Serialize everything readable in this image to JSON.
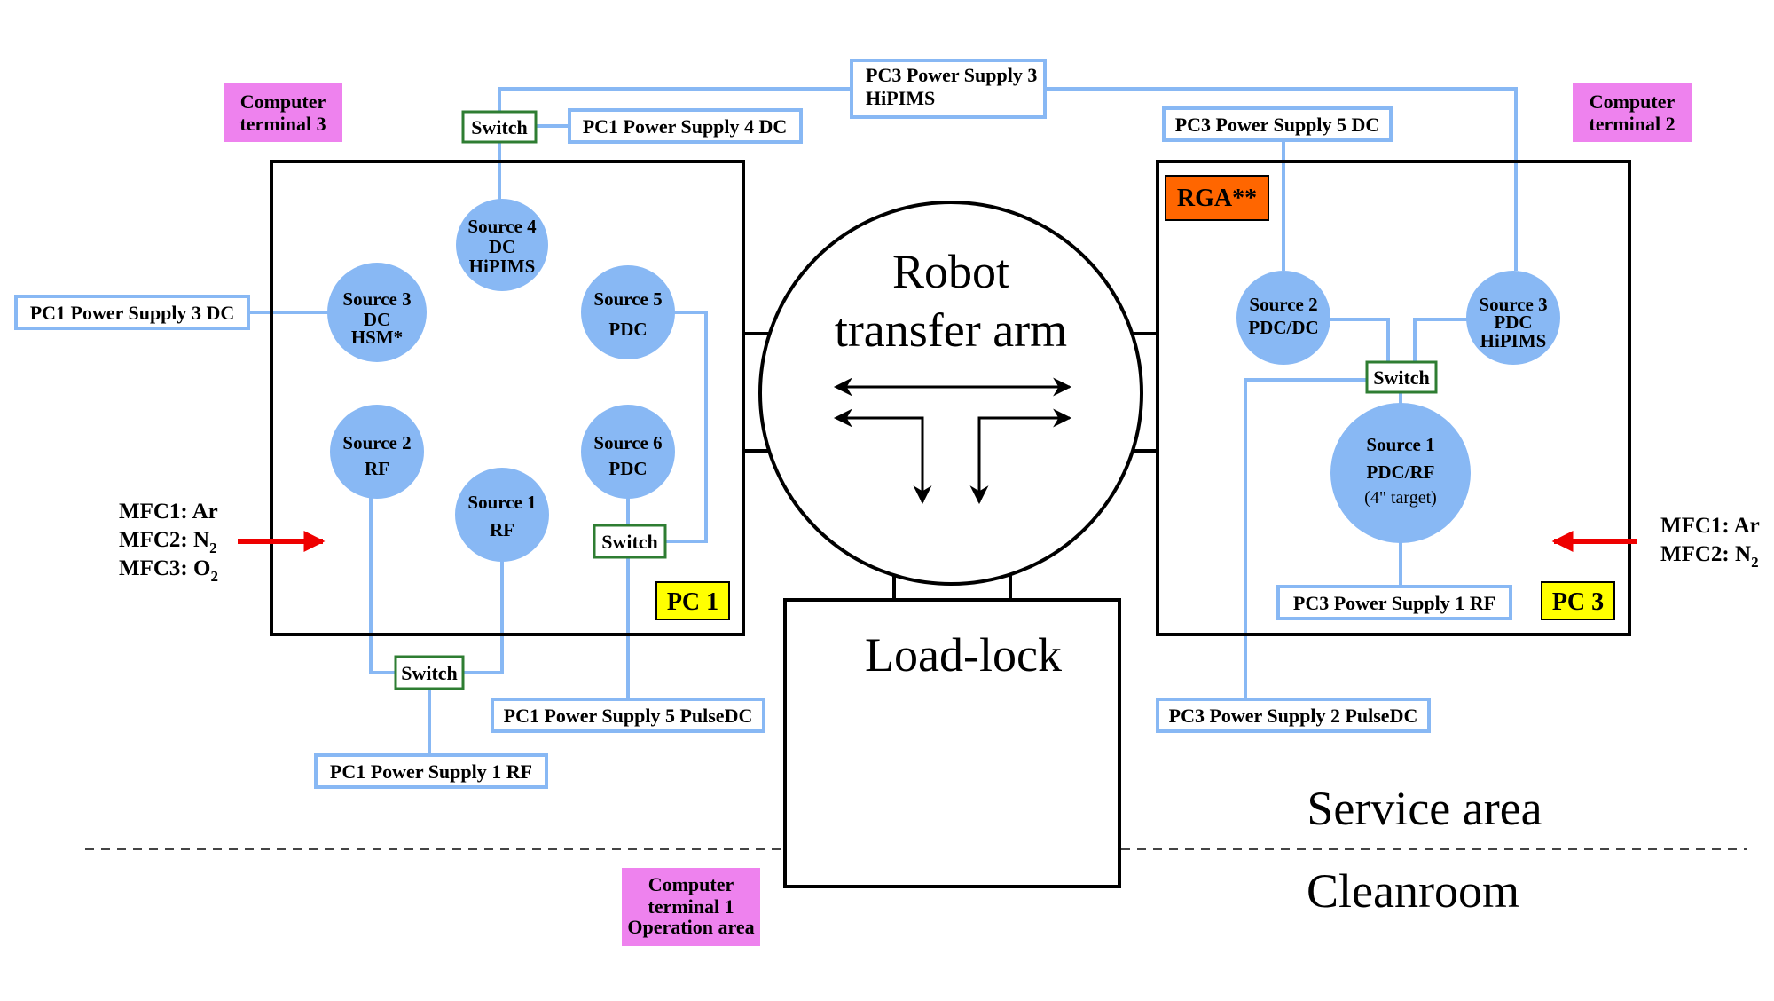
{
  "colors": {
    "line_blue": "#88b8f4",
    "source_fill": "#88b8f4",
    "switch_border": "#2e7d32",
    "terminal_fill": "#ee82ee",
    "pc_label_fill": "#ffff00",
    "rga_fill": "#ff6600",
    "gas_arrow": "#ee0000",
    "black": "#000000"
  },
  "chambers": {
    "pc1_label": "PC 1",
    "pc3_label": "PC 3",
    "robot_line1": "Robot",
    "robot_line2": "transfer arm",
    "loadlock": "Load-lock",
    "rga": "RGA**"
  },
  "areas": {
    "service": "Service area",
    "cleanroom": "Cleanroom"
  },
  "terminals": {
    "t1_line1": "Computer",
    "t1_line2": "terminal 1",
    "t1_line3": "Operation area",
    "t2_line1": "Computer",
    "t2_line2": "terminal 2",
    "t3_line1": "Computer",
    "t3_line2": "terminal 3"
  },
  "pc1_sources": {
    "s4_l1": "Source 4",
    "s4_l2": "DC",
    "s4_l3": "HiPIMS",
    "s3_l1": "Source 3",
    "s3_l2": "DC",
    "s3_l3": "HSM*",
    "s5_l1": "Source 5",
    "s5_l2": "PDC",
    "s2_l1": "Source 2",
    "s2_l2": "RF",
    "s6_l1": "Source 6",
    "s6_l2": "PDC",
    "s1_l1": "Source 1",
    "s1_l2": "RF"
  },
  "pc3_sources": {
    "s2_l1": "Source 2",
    "s2_l2": "PDC/DC",
    "s3_l1": "Source 3",
    "s3_l2": "PDC",
    "s3_l3": "HiPIMS",
    "s1_l1": "Source 1",
    "s1_l2": "PDC/RF",
    "s1_l3": "(4\" target)"
  },
  "power_supplies": {
    "pc3_ps3_l1": "PC3 Power Supply 3",
    "pc3_ps3_l2": "HiPIMS",
    "pc1_ps4": "PC1 Power Supply 4 DC",
    "pc3_ps5": "PC3 Power Supply 5 DC",
    "pc1_ps3": "PC1 Power Supply 3 DC",
    "pc3_ps1": "PC3 Power Supply 1 RF",
    "pc1_ps5": "PC1 Power Supply 5 PulseDC",
    "pc3_ps2": "PC3 Power Supply 2 PulseDC",
    "pc1_ps1": "PC1 Power Supply 1 RF"
  },
  "switches": {
    "top": "Switch",
    "pc1_right": "Switch",
    "pc1_bottom": "Switch",
    "pc3": "Switch"
  },
  "gas_left": {
    "mfc1": "MFC1: Ar",
    "mfc2_prefix": "MFC2: N",
    "mfc2_sub": "2",
    "mfc3_prefix": "MFC3: O",
    "mfc3_sub": "2"
  },
  "gas_right": {
    "mfc1": "MFC1: Ar",
    "mfc2_prefix": "MFC2: N",
    "mfc2_sub": "2"
  }
}
